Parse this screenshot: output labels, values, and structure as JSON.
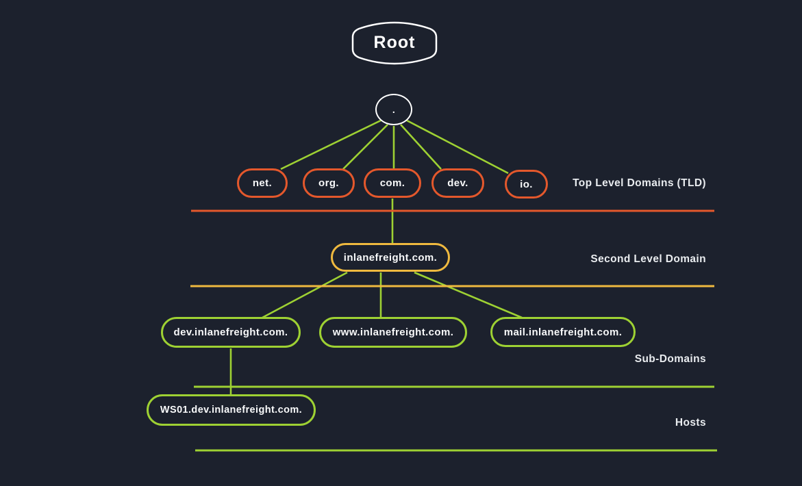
{
  "colors": {
    "background": "#1c212d",
    "orange": "#e4582c",
    "yellow": "#efb93f",
    "green": "#9ed133",
    "node_text": "#f8f9fa",
    "label_text": "#e9ecef",
    "white": "#ffffff"
  },
  "root_node": {
    "label": "Root"
  },
  "dns_dot_node": {
    "label": "."
  },
  "tiers": {
    "tld": {
      "label": "Top Level Domains (TLD)"
    },
    "sld": {
      "label": "Second Level Domain"
    },
    "subdomain": {
      "label": "Sub-Domains"
    },
    "host": {
      "label": "Hosts"
    }
  },
  "tld_nodes": [
    {
      "label": "net."
    },
    {
      "label": "org."
    },
    {
      "label": "com."
    },
    {
      "label": "dev."
    },
    {
      "label": "io."
    }
  ],
  "sld_nodes": [
    {
      "label": "inlanefreight.com."
    }
  ],
  "subdomain_nodes": [
    {
      "label": "dev.inlanefreight.com."
    },
    {
      "label": "www.inlanefreight.com."
    },
    {
      "label": "mail.inlanefreight.com."
    }
  ],
  "host_nodes": [
    {
      "label": "WS01.dev.inlanefreight.com."
    }
  ]
}
